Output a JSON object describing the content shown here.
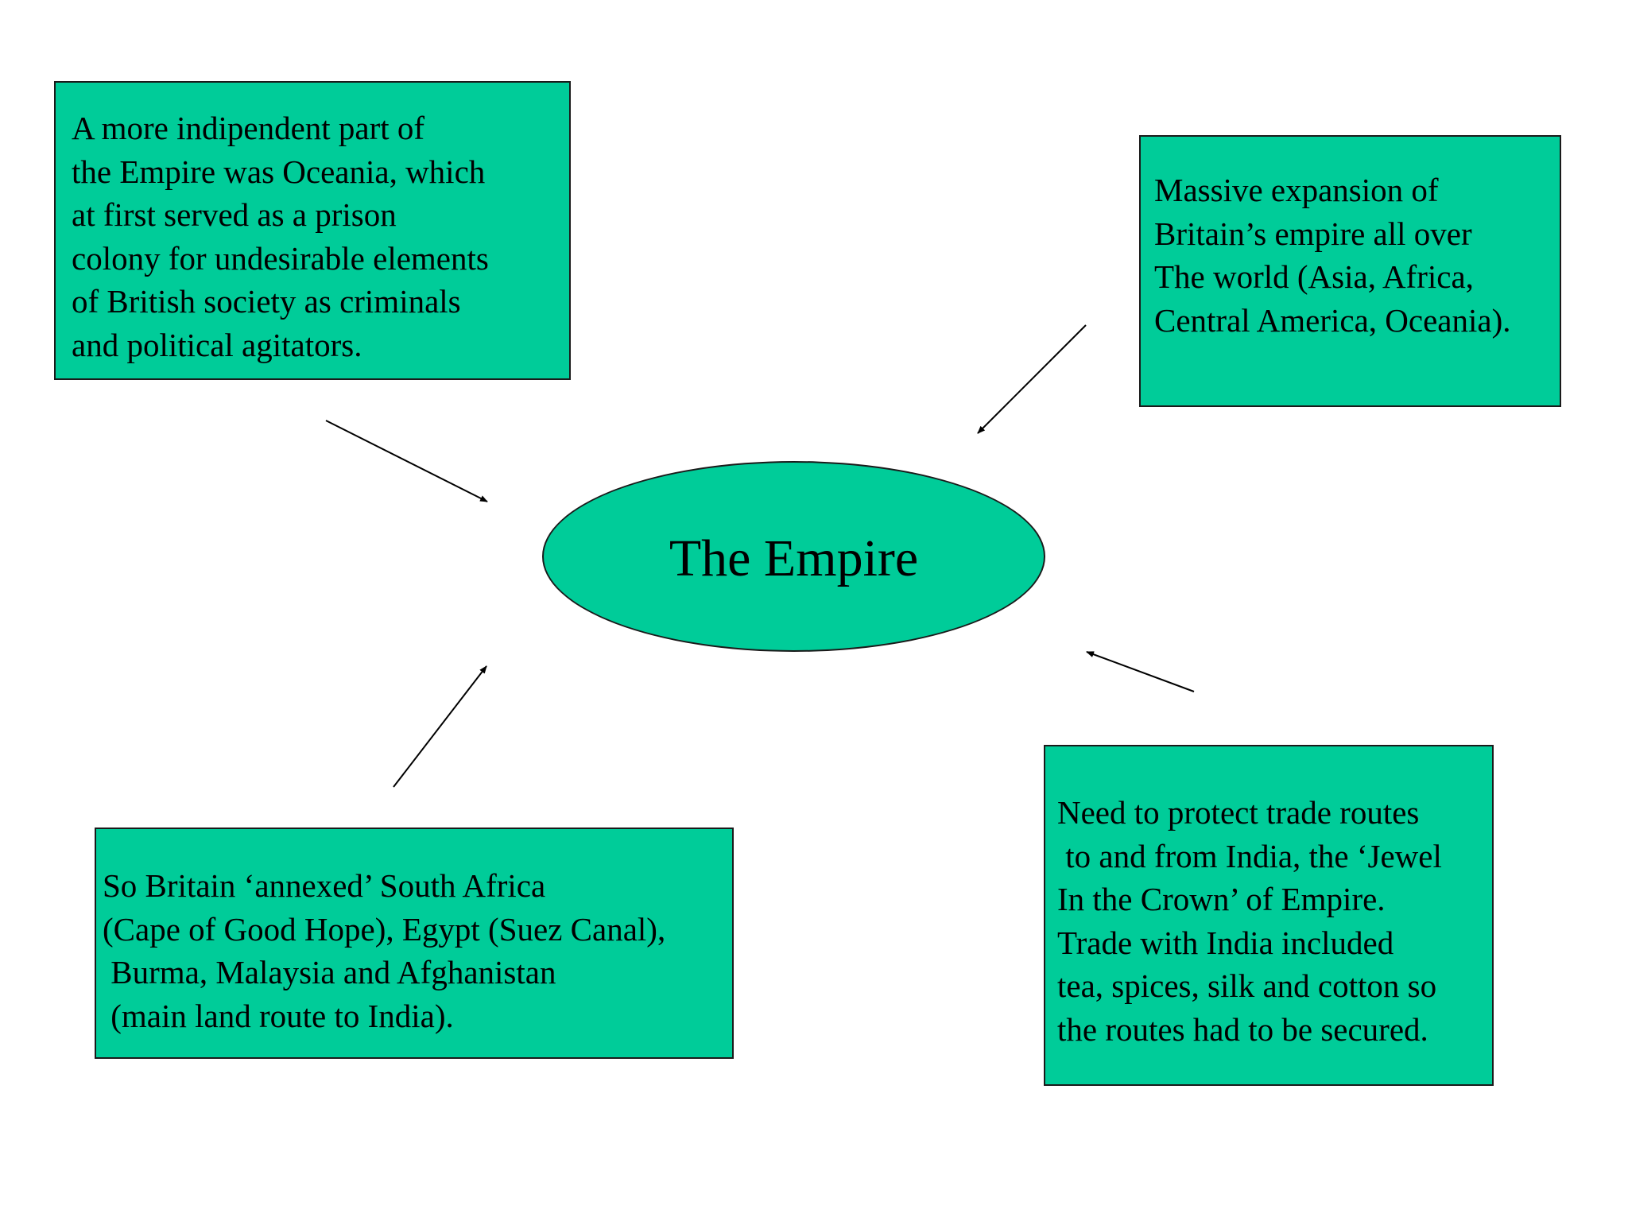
{
  "center": {
    "label": "The Empire"
  },
  "boxes": {
    "oceania": {
      "lines": [
        "A more indipendent part of",
        "the Empire was Oceania, which",
        "at first served as a prison",
        "colony for undesirable elements",
        "of British society as criminals",
        "and political agitators."
      ]
    },
    "expansion": {
      "lines": [
        "Massive expansion of",
        "Britain’s empire all over",
        "The world (Asia, Africa,",
        "Central America, Oceania)."
      ]
    },
    "annexed": {
      "lines": [
        "So Britain ‘annexed’ South Africa",
        "(Cape of Good Hope), Egypt (Suez Canal),",
        " Burma, Malaysia and Afghanistan",
        " (main land route to India)."
      ]
    },
    "trade": {
      "lines": [
        "Need to protect trade routes",
        " to and from India, the ‘Jewel",
        "In the Crown’ of Empire.",
        "Trade with India included",
        "tea, spices, silk and cotton so",
        "the routes had to be secured."
      ]
    }
  },
  "colors": {
    "fill": "#00cc99",
    "border": "#1a1a1a",
    "arrow": "#000000",
    "background": "#ffffff"
  }
}
